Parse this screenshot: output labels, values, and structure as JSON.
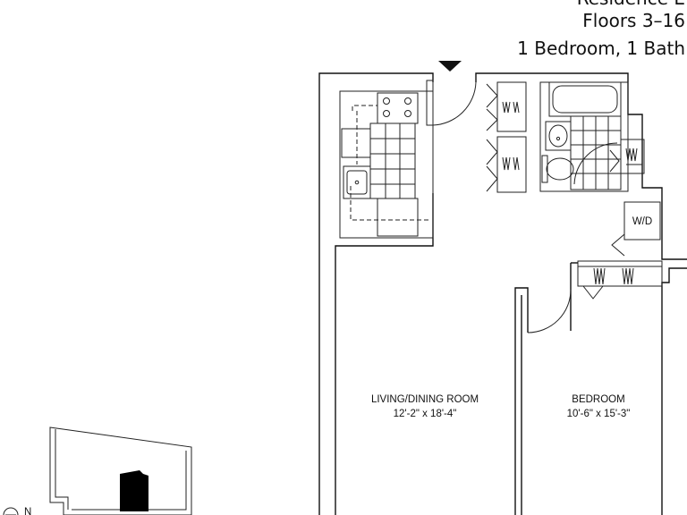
{
  "header": {
    "residence": "Residence E",
    "floors": "Floors 3–16",
    "bed_bath": "1 Bedroom, 1 Bath"
  },
  "rooms": {
    "living_name": "LIVING/DINING ROOM",
    "living_size": "12'-2\" x 18'-4\"",
    "bedroom_name": "BEDROOM",
    "bedroom_size": "10'-6\" x 15'-3\"",
    "laundry": "W/D"
  },
  "compass": {
    "label": "N"
  },
  "colors": {
    "line": "#111111",
    "background": "#ffffff",
    "unit_highlight": "#000000"
  }
}
